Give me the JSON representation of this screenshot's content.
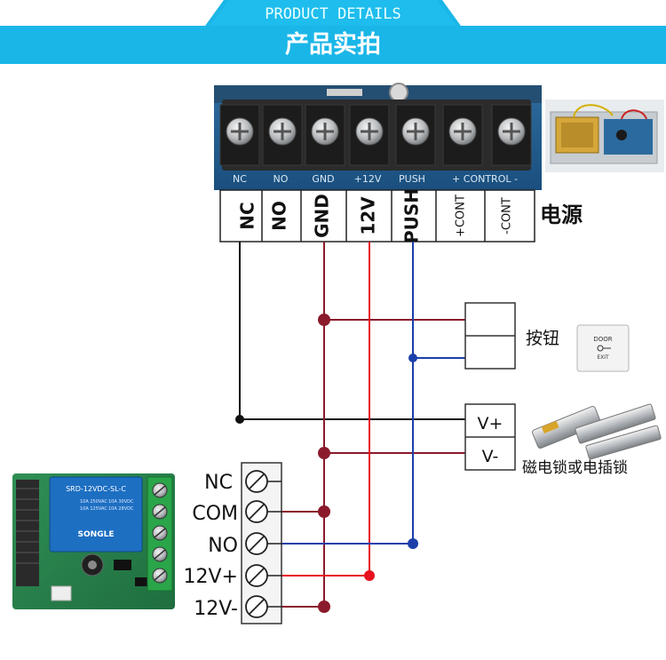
{
  "header": {
    "title_en": "PRODUCT DETAILS",
    "title_cn": "产品实拍"
  },
  "power_board": {
    "label": "电源",
    "printed_labels": [
      "NC",
      "NO",
      "GND",
      "+12V",
      "PUSH",
      "+ CONTROL -"
    ],
    "terminals": [
      "NC",
      "NO",
      "GND",
      "12V",
      "PUSH",
      "+CONT",
      "-CONT"
    ]
  },
  "button": {
    "label": "按钮"
  },
  "lock": {
    "label": "磁电锁或电插锁",
    "terminals": [
      "V+",
      "V-"
    ]
  },
  "receiver": {
    "terminals": [
      "NC",
      "COM",
      "NO",
      "12V+",
      "12V-"
    ],
    "relay_text": [
      "SRD-12VDC-SL-C",
      "10A 250VAC",
      "10A 125VAC",
      "10A 30VDC",
      "10A 28VDC",
      "SONGLE"
    ]
  },
  "exit_plate": {
    "line1": "DOOR",
    "line2": "EXIT"
  },
  "colors": {
    "banner": "#1ab6e8",
    "wire_gnd": "#8b1a2c",
    "wire_12v": "#e8121e",
    "wire_push": "#1c3faa",
    "wire_nc": "#111111"
  }
}
